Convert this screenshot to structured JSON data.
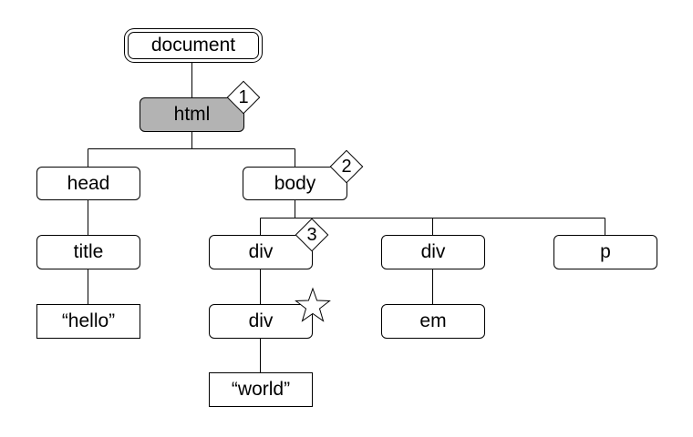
{
  "diagram": {
    "type": "dom-tree",
    "nodes": {
      "document": "document",
      "html": "html",
      "head": "head",
      "body": "body",
      "title": "title",
      "text_hello": "“hello”",
      "div_1": "div",
      "div_2": "div",
      "p": "p",
      "div_nested": "div",
      "em": "em",
      "text_world": "“world”"
    },
    "badges": {
      "html": "1",
      "body": "2",
      "div_1": "3"
    },
    "highlighted_node": "html",
    "starred_node": "div_nested",
    "edges": [
      [
        "document",
        "html"
      ],
      [
        "html",
        "head"
      ],
      [
        "html",
        "body"
      ],
      [
        "head",
        "title"
      ],
      [
        "title",
        "text_hello"
      ],
      [
        "body",
        "div_1"
      ],
      [
        "body",
        "div_2"
      ],
      [
        "body",
        "p"
      ],
      [
        "div_1",
        "div_nested"
      ],
      [
        "div_nested",
        "text_world"
      ],
      [
        "div_2",
        "em"
      ]
    ],
    "colors": {
      "highlight_fill": "#b3b3b3",
      "line": "#000000"
    }
  }
}
